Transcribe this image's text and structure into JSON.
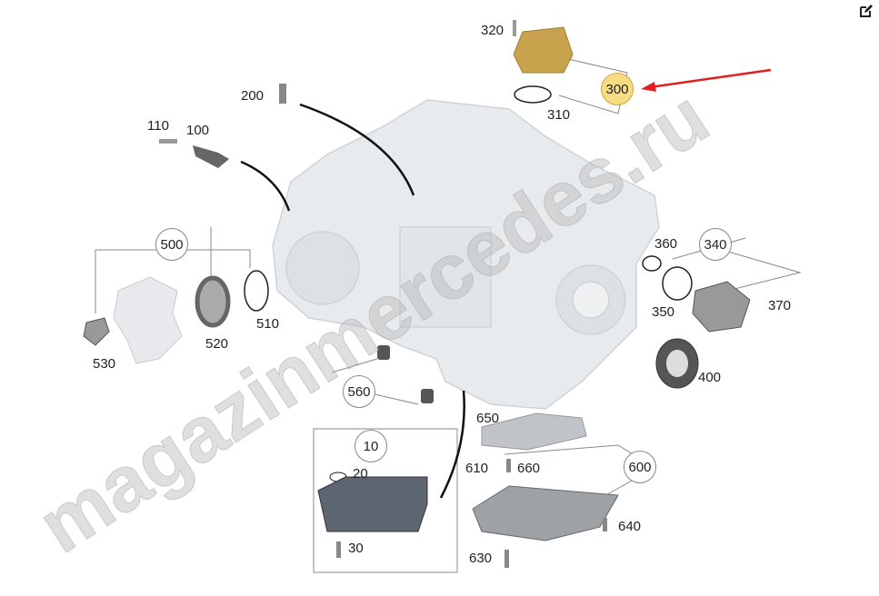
{
  "watermark": "magazinmercedes.ru",
  "highlight_color": "#f7dc83",
  "arrow_color": "#e02020",
  "edit_icon": "edit-icon",
  "parts": {
    "p320": "320",
    "p300": "300",
    "p310": "310",
    "p200": "200",
    "p110": "110",
    "p100": "100",
    "p500": "500",
    "p510": "510",
    "p520": "520",
    "p530": "530",
    "p360": "360",
    "p340": "340",
    "p350": "350",
    "p370": "370",
    "p400": "400",
    "p560": "560",
    "p650": "650",
    "p610": "610",
    "p660": "660",
    "p600": "600",
    "p10": "10",
    "p20": "20",
    "p30": "30",
    "p640": "640",
    "p630": "630"
  }
}
